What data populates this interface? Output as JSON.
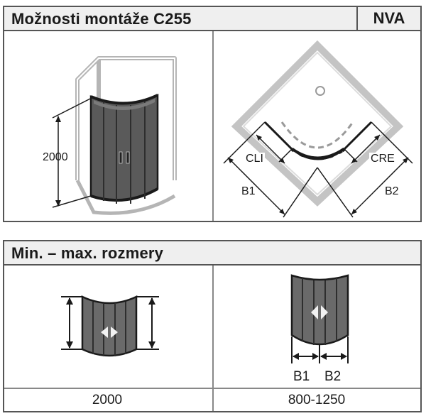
{
  "section1": {
    "title": "Možnosti montáže C255",
    "code": "NVA",
    "left_diagram": {
      "height_label": "2000"
    },
    "right_diagram": {
      "labels": {
        "cli": "CLI",
        "cre": "CRE",
        "b1": "B1",
        "b2": "B2"
      }
    }
  },
  "section2": {
    "title": "Min. – max. rozmery",
    "height_value": "2000",
    "width_value": "800-1250",
    "width_labels": {
      "b1": "B1",
      "b2": "B2"
    }
  }
}
